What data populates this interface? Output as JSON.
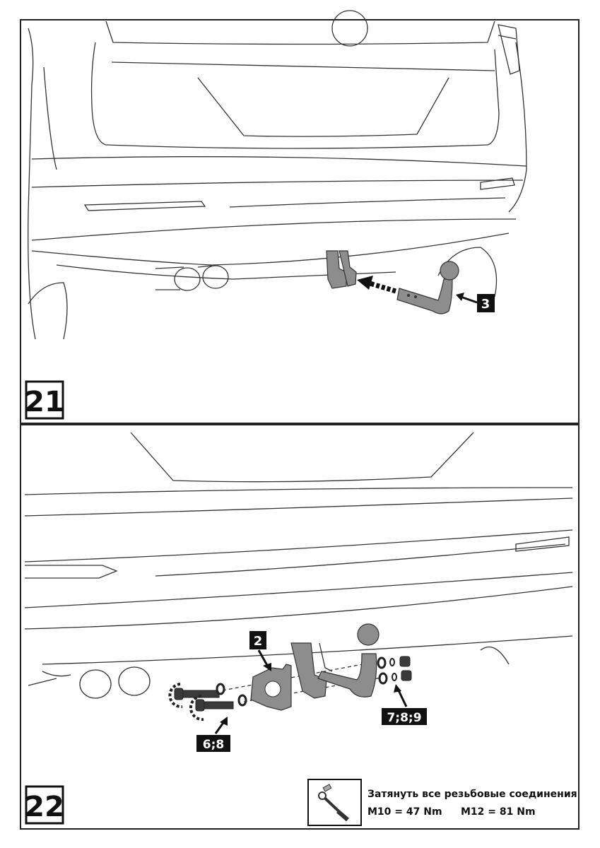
{
  "steps": [
    {
      "number": "21",
      "callouts": [
        "3"
      ]
    },
    {
      "number": "22",
      "callouts": [
        "2",
        "6;8",
        "7;8;9"
      ]
    }
  ],
  "torque_note": {
    "title": "Затянуть все резьбовые соединения",
    "m10": "M10 = 47 Nm",
    "m12": "M12 = 81 Nm",
    "icon": "torque-wrench-icon"
  }
}
